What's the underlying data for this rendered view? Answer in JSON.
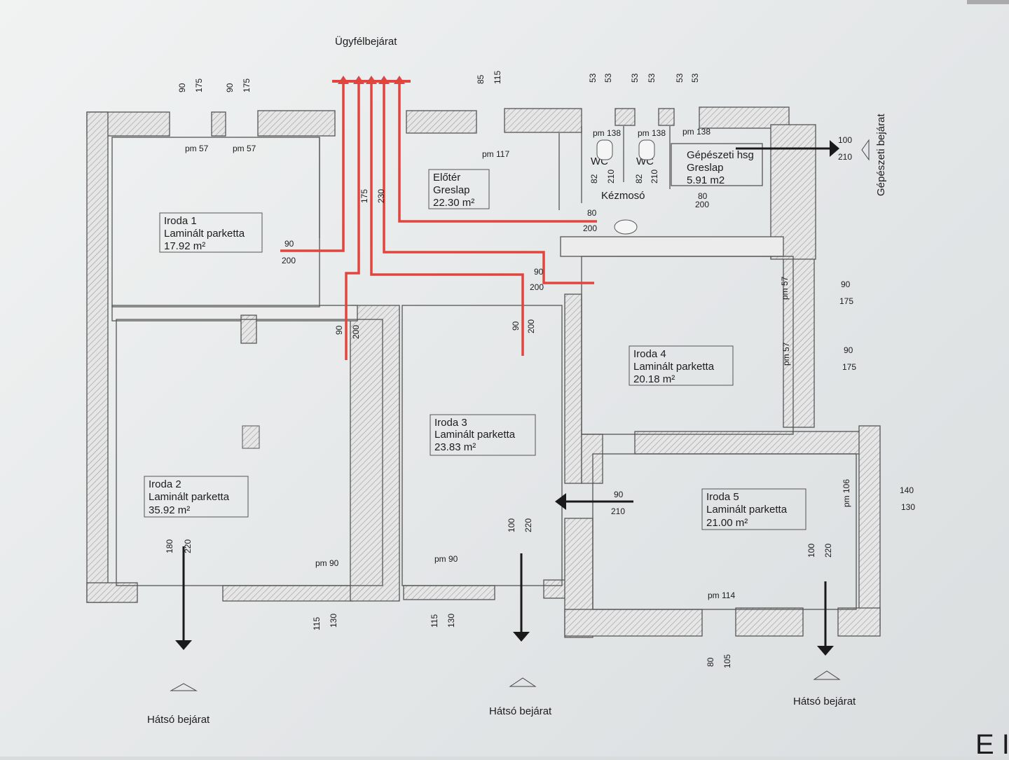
{
  "entrances": {
    "client": "Ügyfélbejárat",
    "mechanical": "Gépészeti bejárat",
    "rear_left": "Hátsó bejárat",
    "rear_middle": "Hátsó bejárat",
    "rear_right": "Hátsó bejárat"
  },
  "rooms": {
    "iroda1": {
      "name": "Iroda 1",
      "floor": "Laminált parketta",
      "area": "17.92 m²"
    },
    "iroda2": {
      "name": "Iroda 2",
      "floor": "Laminált parketta",
      "area": "35.92 m²"
    },
    "iroda3": {
      "name": "Iroda 3",
      "floor": "Laminált parketta",
      "area": "23.83 m²"
    },
    "iroda4": {
      "name": "Iroda 4",
      "floor": "Laminált parketta",
      "area": "20.18 m²"
    },
    "iroda5": {
      "name": "Iroda 5",
      "floor": "Laminált parketta",
      "area": "21.00 m²"
    },
    "eloter": {
      "name": "Előtér",
      "floor": "Greslap",
      "area": "22.30 m²"
    },
    "gepeszet": {
      "name": "Gépészeti hsg",
      "floor": "Greslap",
      "area": "5.91 m2"
    },
    "wc1": "WC",
    "wc2": "WC",
    "kezmoso": "Kézmosó"
  },
  "dims": {
    "w1a": "90",
    "w1b": "175",
    "w2a": "90",
    "w2b": "175",
    "pm57a": "pm 57",
    "pm57b": "pm 57",
    "top_e1": "85",
    "top_e2": "115",
    "pm117": "pm 117",
    "wcd1a": "53",
    "wcd1b": "53",
    "wcd2a": "53",
    "wcd2b": "53",
    "wcd3a": "53",
    "wcd3b": "53",
    "pm138a": "pm 138",
    "pm138b": "pm 138",
    "pm138c": "pm 138",
    "wc1w": "82",
    "wc1h": "210",
    "wc2w": "82",
    "wc2h": "210",
    "mech_w": "100",
    "mech_h": "210",
    "kez_w": "80",
    "kez_h": "200",
    "kez2_w": "80",
    "kez2_h": "200",
    "d175": "175",
    "d230": "230",
    "i1w": "90",
    "i1h": "200",
    "i2w": "90",
    "i2h": "200",
    "i3w": "90",
    "i3h": "200",
    "i4w": "90",
    "i4h": "200",
    "r4a_pm": "pm 57",
    "r4a_w": "90",
    "r4a_h": "175",
    "r4b_pm": "pm 57",
    "r4b_w": "90",
    "r4b_h": "175",
    "r5_pm": "pm 106",
    "r5_w": "140",
    "r5_h": "130",
    "i5w": "90",
    "i5h": "210",
    "rear1w": "180",
    "rear1h": "220",
    "rear2w": "100",
    "rear2h": "220",
    "rear3w": "100",
    "rear3h": "220",
    "pm90a": "pm 90",
    "pm90b": "pm 90",
    "pm114": "pm 114",
    "b1a": "115",
    "b1b": "130",
    "b2a": "115",
    "b2b": "130",
    "b3a": "80",
    "b3b": "105"
  },
  "corner_text": "E I",
  "colors": {
    "wall_hatch": "#cfcfcf",
    "wall_line": "#555555",
    "route": "#e0453f",
    "arrow": "#1a1a1a"
  }
}
